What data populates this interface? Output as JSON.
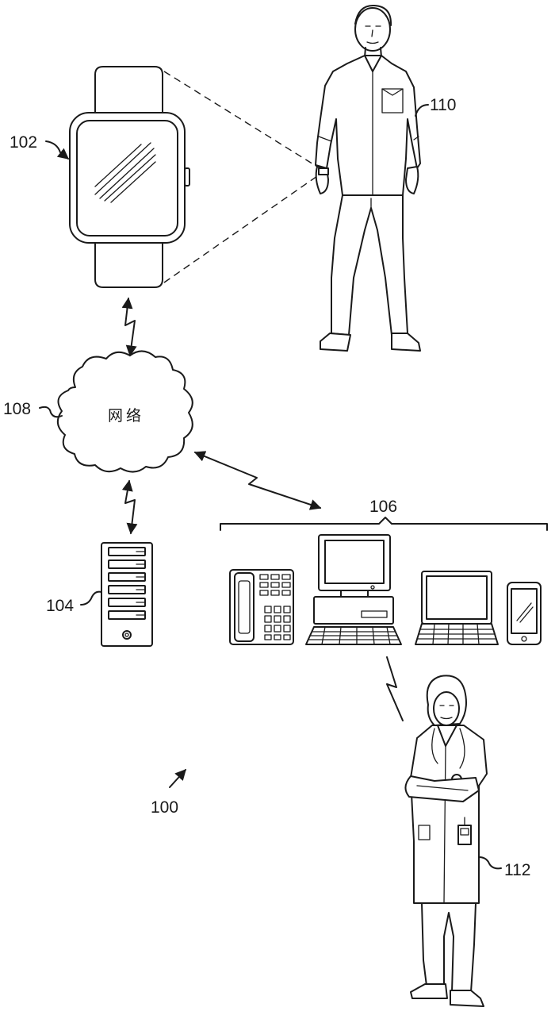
{
  "labels": {
    "smartwatch": "102",
    "server": "104",
    "client_devices": "106",
    "network": "108",
    "patient": "110",
    "clinician": "112",
    "system": "100"
  },
  "network_text": "网络"
}
